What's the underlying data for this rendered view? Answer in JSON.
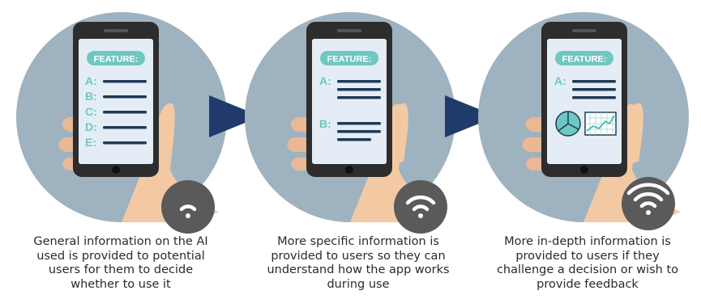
{
  "colors": {
    "circle": "#9fb2bf",
    "phone_body": "#2d2d2d",
    "screen": "#e4edf6",
    "feature_pill": "#6fc7c1",
    "letter": "#6fc7c1",
    "text_line": "#1f3b55",
    "arrow": "#1f3a6b",
    "skin": "#f3c9a4",
    "wifi_badge": "#5a5a5a",
    "wifi_icon": "#ffffff"
  },
  "panels": [
    {
      "feature_label": "FEATURE:",
      "items": [
        "A:",
        "B:",
        "C:",
        "D:",
        "E:"
      ],
      "wifi_level": 1,
      "caption": [
        "General information on the AI",
        "used is provided to potential",
        "users for them to decide",
        "whether to use it"
      ]
    },
    {
      "feature_label": "FEATURE:",
      "items": [
        "A:",
        "B:"
      ],
      "wifi_level": 2,
      "caption": [
        "More specific information is",
        "provided to users so they can",
        "understand how the app works",
        "during use"
      ]
    },
    {
      "feature_label": "FEATURE:",
      "items": [
        "A:"
      ],
      "wifi_level": 3,
      "caption": [
        "More in-depth information is",
        "provided to users if they",
        "challenge a decision or wish to",
        "provide feedback"
      ]
    }
  ]
}
